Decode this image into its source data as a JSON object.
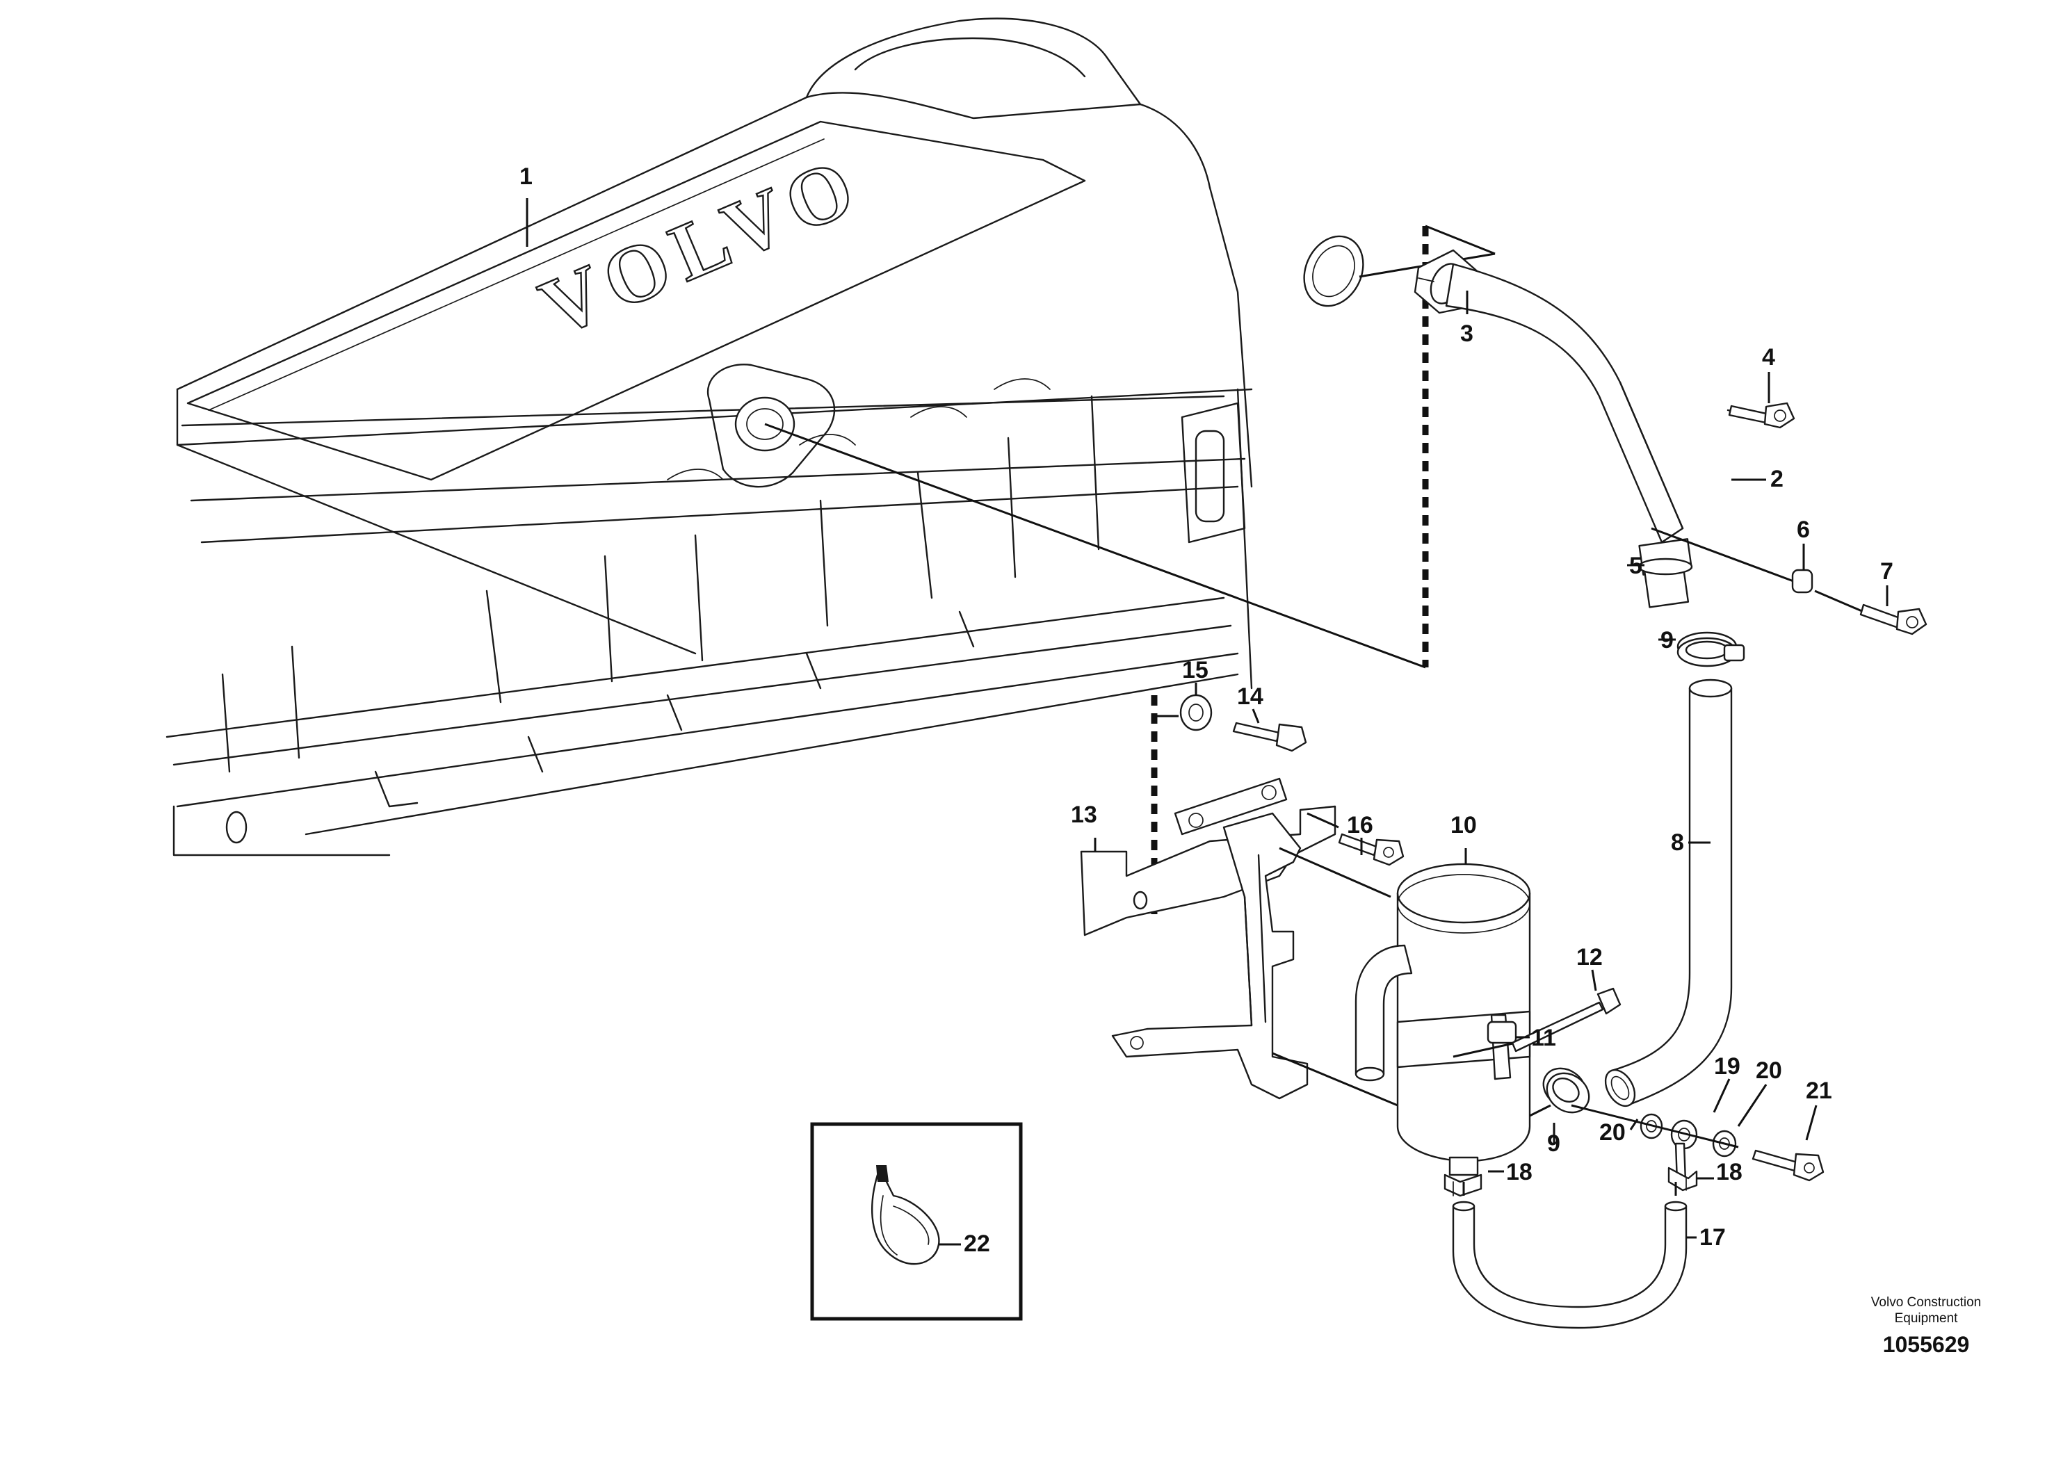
{
  "callouts": {
    "c1": "1",
    "c2": "2",
    "c3": "3",
    "c4": "4",
    "c5": "5",
    "c6": "6",
    "c7": "7",
    "c8": "8",
    "c9a": "9",
    "c9b": "9",
    "c10": "10",
    "c11": "11",
    "c12": "12",
    "c13": "13",
    "c14": "14",
    "c15": "15",
    "c16": "16",
    "c17": "17",
    "c18a": "18",
    "c18b": "18",
    "c19": "19",
    "c20a": "20",
    "c20b": "20",
    "c21": "21",
    "c22": "22"
  },
  "engine_logo": "VOLVO",
  "publisher": {
    "line1": "Volvo Construction",
    "line2": "Equipment"
  },
  "document_number": "1055629",
  "colors": {
    "ink": "#1a1a1a",
    "background": "#ffffff"
  }
}
